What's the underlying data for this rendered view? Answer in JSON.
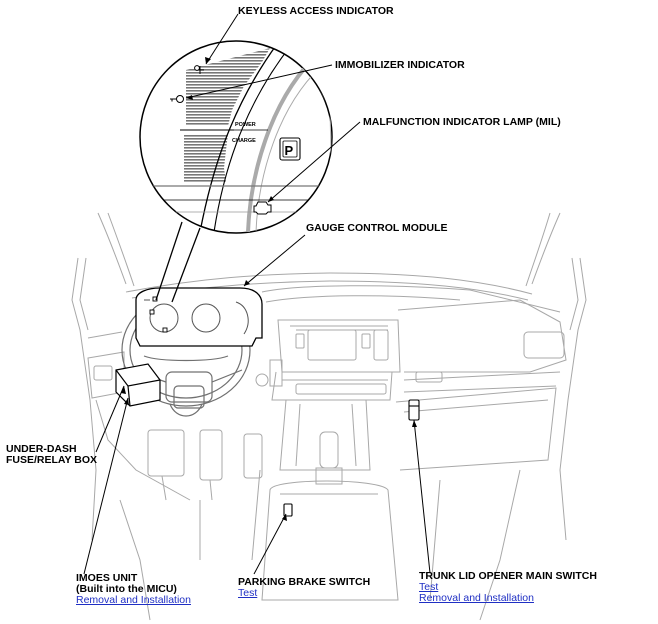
{
  "labels": {
    "keyless_access": "KEYLESS ACCESS INDICATOR",
    "immobilizer": "IMMOBILIZER INDICATOR",
    "mil": "MALFUNCTION INDICATOR LAMP (MIL)",
    "gauge_module": "GAUGE CONTROL MODULE",
    "under_dash_line1": "UNDER-DASH",
    "under_dash_line2": "FUSE/RELAY BOX",
    "imoes_line1": "IMOES UNIT",
    "imoes_line2": "(Built into the MICU)",
    "parking_brake": "PARKING BRAKE SWITCH",
    "trunk_lid": "TRUNK LID OPENER MAIN SWITCH"
  },
  "gauge_text": {
    "power": "POWER",
    "charge": "CHARGE",
    "parking_symbol": "P"
  },
  "links": {
    "imoes_removal": "Removal and Installation",
    "parking_test": "Test",
    "trunk_test": "Test",
    "trunk_removal": "Removal and Installation"
  },
  "colors": {
    "line": "#000000",
    "dash_line": "#9a9a9a",
    "link": "#1f2fc4"
  }
}
